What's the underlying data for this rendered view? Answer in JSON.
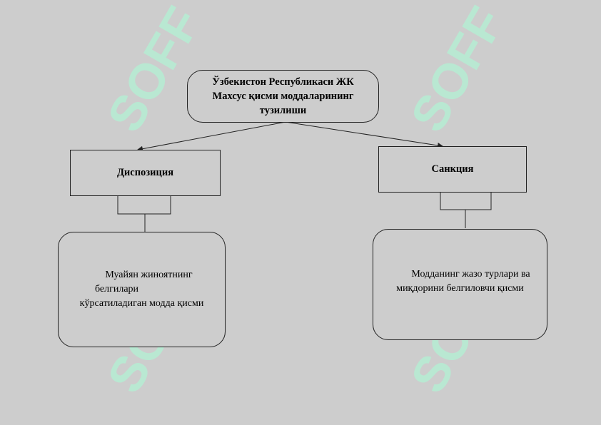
{
  "diagram": {
    "root": {
      "line1": "Ўзбекистон Республикаси ЖК",
      "line2": "Махсус қисми моддаларининг",
      "line3": "тузилиши"
    },
    "left": {
      "label": "Диспозиция",
      "detail": {
        "line1": "Муайян жиноятнинг",
        "line2": "белгилари",
        "line3": "кўрсатиладиган модда қисми"
      }
    },
    "right": {
      "label": "Санкция",
      "detail": {
        "line1": "Модданинг жазо турлари ва",
        "line2": "миқдорини белгиловчи қисми"
      }
    },
    "watermark_text": "SOFF",
    "watermark_color": "#b9e8d2"
  }
}
